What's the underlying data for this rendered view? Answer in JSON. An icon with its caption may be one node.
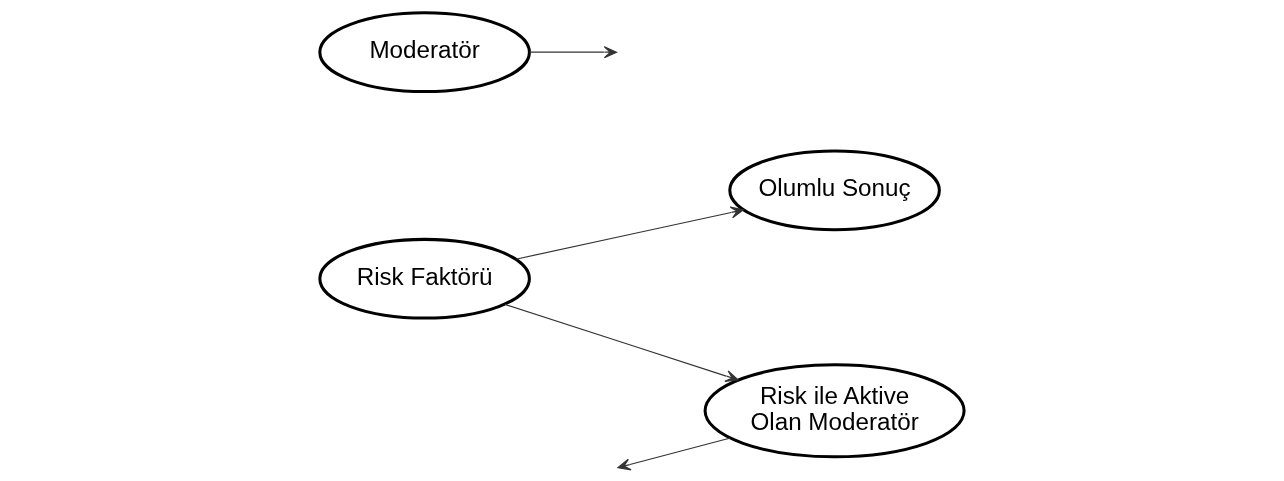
{
  "diagram": {
    "nodes": [
      {
        "text": [
          "Moderatör"
        ]
      },
      {
        "text": [
          "Olumlu Sonuç"
        ]
      },
      {
        "text": [
          "Risk Faktörü"
        ]
      },
      {
        "text": [
          "Risk ile Aktive Olan Moderatör"
        ]
      }
    ],
    "edges": [
      {
        "from": 0,
        "to": null,
        "arrow": "to"
      },
      {
        "from": 2,
        "to": 1,
        "arrow": "to"
      },
      {
        "from": 2,
        "to": 3,
        "arrow": "to"
      },
      {
        "from": 3,
        "to": null,
        "arrow": "to"
      }
    ]
  }
}
